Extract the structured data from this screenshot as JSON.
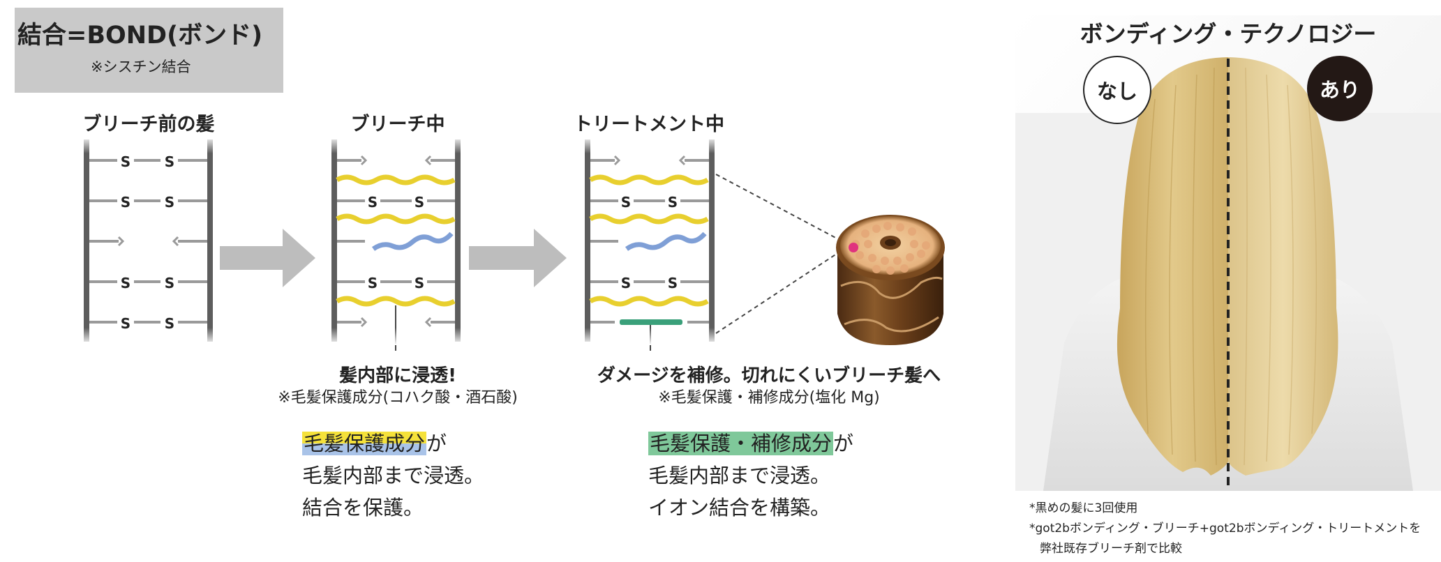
{
  "legend": {
    "title": "結合=BOND(ボンド)",
    "note": "※シスチン結合"
  },
  "stages": [
    {
      "title": "ブリーチ前の髪"
    },
    {
      "title": "ブリーチ中"
    },
    {
      "title": "トリートメント中"
    }
  ],
  "bond_label": "S",
  "captions": {
    "bleach_main": "髪内部に浸透!",
    "bleach_sub": "※毛髪保護成分(コハク酸・酒石酸)",
    "treat_main": "ダメージを補修。切れにくいブリーチ髪へ",
    "treat_sub": "※毛髪保護・補修成分(塩化 Mg)"
  },
  "desc_left": {
    "highlight": "毛髪保護成分",
    "suffix": "が",
    "line2": "毛髪内部まで浸透。",
    "line3": "結合を保護。"
  },
  "desc_right": {
    "highlight": "毛髪保護・補修成分",
    "suffix": "が",
    "line2": "毛髪内部まで浸透。",
    "line3": "イオン結合を構築。"
  },
  "photo": {
    "title": "ボンディング・テクノロジー",
    "without_label": "なし",
    "with_label": "あり"
  },
  "footnotes": [
    "*黒めの髪に3回使用",
    "*got2bボンディング・ブリーチ+got2bボンディング・トリートメントを",
    "弊社既存ブリーチ剤で比較"
  ],
  "colors": {
    "protect_yellow": "#e8cf2e",
    "protect_blue": "#7f9fd6",
    "repair_green": "#3aa07a",
    "rail": "#5d5d5d",
    "bond": "#9a9a9a",
    "arrow": "#bdbdbd"
  }
}
